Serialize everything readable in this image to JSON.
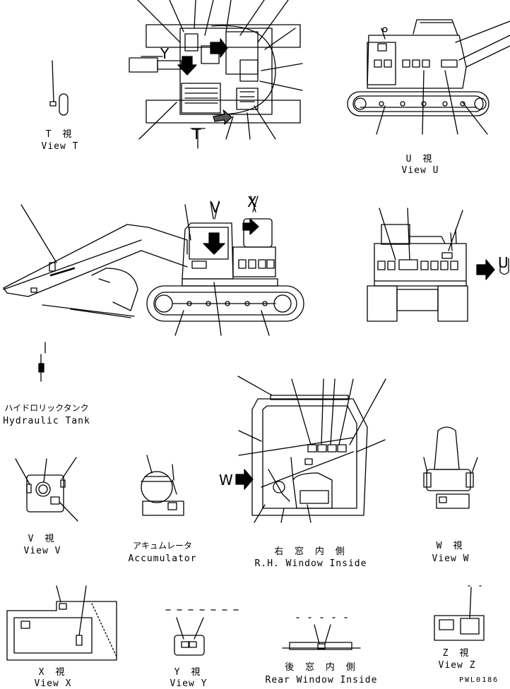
{
  "labels": {
    "view_t_jp": "T 視",
    "view_t_en": "View T",
    "view_u_jp": "U 視",
    "view_u_en": "View U",
    "hyd_tank_jp": "ハイドロリックタンク",
    "hyd_tank_en": "Hydraulic Tank",
    "view_v_jp": "V 視",
    "view_v_en": "View V",
    "accumulator_jp": "アキュムレータ",
    "accumulator_en": "Accumulator",
    "rh_window_jp": "右 窓 内 側",
    "rh_window_en": "R.H. Window Inside",
    "view_w_jp": "W 視",
    "view_w_en": "View W",
    "view_x_jp": "X 視",
    "view_x_en": "View X",
    "view_y_jp": "Y 視",
    "view_y_en": "View Y",
    "rear_window_jp": "後 窓 内 側",
    "rear_window_en": "Rear Window Inside",
    "view_z_jp": "Z 視",
    "view_z_en": "View Z",
    "drawing_code": "PWL0186"
  },
  "callouts": {
    "t": "T",
    "u": "U",
    "v": "V",
    "w": "W",
    "x": "X",
    "y": "Y"
  }
}
